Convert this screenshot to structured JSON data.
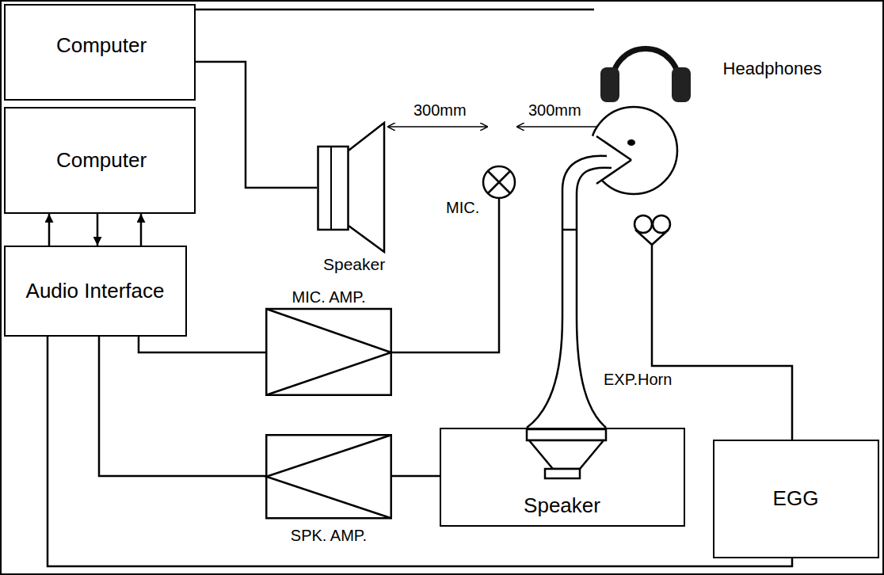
{
  "diagram": {
    "nodes": [
      {
        "text": [
          "Computer"
        ]
      },
      {
        "text": [
          "Headphones"
        ]
      },
      {
        "text": [
          "Computer"
        ]
      },
      {
        "text": [
          "Speaker"
        ]
      },
      {
        "text": [
          "MIC."
        ]
      },
      {
        "text": [
          "Audio Interface"
        ]
      },
      {
        "text": [
          "MIC. AMP."
        ]
      },
      {
        "text": [
          "SPK. AMP."
        ]
      },
      {
        "text": [
          "Speaker"
        ]
      },
      {
        "text": [
          "EGG"
        ]
      }
    ],
    "edges": [
      {
        "from": 0,
        "to": 1,
        "arrow": "none"
      },
      {
        "from": 0,
        "to": 3,
        "arrow": "none"
      },
      {
        "from": 5,
        "to": 2,
        "arrow": "to"
      },
      {
        "from": 2,
        "to": 5,
        "arrow": "to"
      },
      {
        "from": 5,
        "to": 2,
        "arrow": "to"
      },
      {
        "from": 4,
        "to": 6,
        "arrow": "none"
      },
      {
        "from": 6,
        "to": 5,
        "arrow": "none"
      },
      {
        "from": 5,
        "to": 7,
        "arrow": "none"
      },
      {
        "from": 7,
        "to": 8,
        "arrow": "none"
      },
      {
        "from": 5,
        "to": 9,
        "arrow": "none"
      }
    ],
    "labels": [
      "300mm",
      "300mm",
      "EXP.Horn"
    ]
  }
}
